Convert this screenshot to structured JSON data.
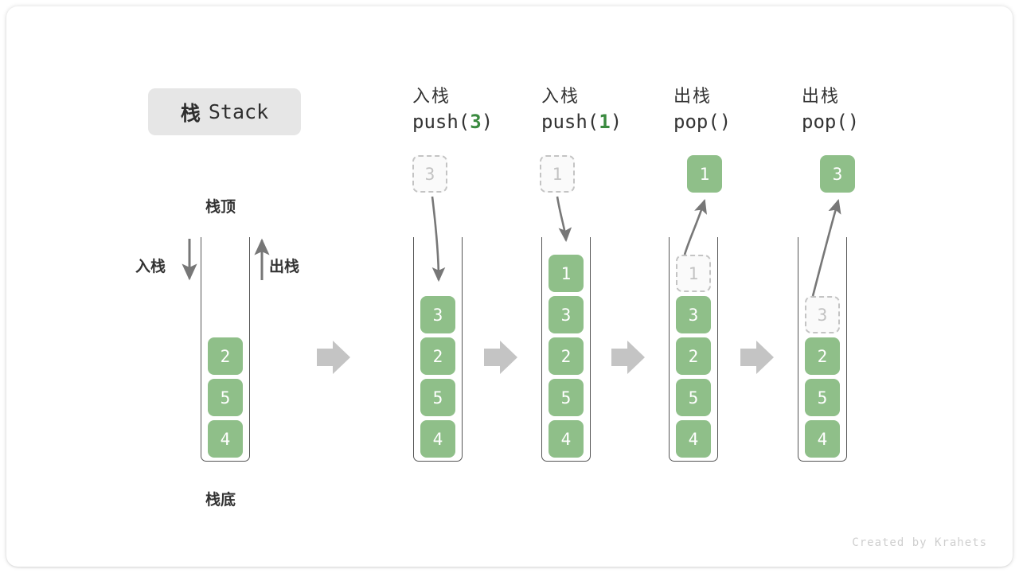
{
  "title": {
    "cn": "栈",
    "en": "Stack"
  },
  "labels": {
    "top": "栈顶",
    "bottom": "栈底",
    "push": "入栈",
    "pop": "出栈"
  },
  "colors": {
    "element_fill": "#8fbf89",
    "element_text": "#ffffff",
    "ghost_border": "#c4c4c4",
    "ghost_text": "#c2c2c2",
    "arrow": "#777777",
    "sep_arrow": "#c4c4c4",
    "badge_bg": "#e6e6e6",
    "arg_highlight": "#3a8a3f"
  },
  "initial_stack": {
    "name": "initial",
    "cells": [
      "2",
      "5",
      "4"
    ]
  },
  "steps": [
    {
      "id": "push-3",
      "op_cn": "入栈",
      "op_code_prefix": "push(",
      "op_code_arg": "3",
      "op_code_suffix": ")",
      "floating": {
        "value": "3",
        "style": "ghost"
      },
      "floating_position": "above",
      "arrow_direction": "down",
      "cells": [
        {
          "value": "3",
          "style": "solid"
        },
        {
          "value": "2",
          "style": "solid"
        },
        {
          "value": "5",
          "style": "solid"
        },
        {
          "value": "4",
          "style": "solid"
        }
      ]
    },
    {
      "id": "push-1",
      "op_cn": "入栈",
      "op_code_prefix": "push(",
      "op_code_arg": "1",
      "op_code_suffix": ")",
      "floating": {
        "value": "1",
        "style": "ghost"
      },
      "floating_position": "above",
      "arrow_direction": "down",
      "cells": [
        {
          "value": "1",
          "style": "solid"
        },
        {
          "value": "3",
          "style": "solid"
        },
        {
          "value": "2",
          "style": "solid"
        },
        {
          "value": "5",
          "style": "solid"
        },
        {
          "value": "4",
          "style": "solid"
        }
      ]
    },
    {
      "id": "pop-1",
      "op_cn": "出栈",
      "op_code_prefix": "pop(",
      "op_code_arg": "",
      "op_code_suffix": ")",
      "floating": {
        "value": "1",
        "style": "solid"
      },
      "floating_position": "above",
      "arrow_direction": "up",
      "cells": [
        {
          "value": "1",
          "style": "ghost"
        },
        {
          "value": "3",
          "style": "solid"
        },
        {
          "value": "2",
          "style": "solid"
        },
        {
          "value": "5",
          "style": "solid"
        },
        {
          "value": "4",
          "style": "solid"
        }
      ]
    },
    {
      "id": "pop-2",
      "op_cn": "出栈",
      "op_code_prefix": "pop(",
      "op_code_arg": "",
      "op_code_suffix": ")",
      "floating": {
        "value": "3",
        "style": "solid"
      },
      "floating_position": "above",
      "arrow_direction": "up",
      "cells": [
        {
          "value": "3",
          "style": "ghost"
        },
        {
          "value": "2",
          "style": "solid"
        },
        {
          "value": "5",
          "style": "solid"
        },
        {
          "value": "4",
          "style": "solid"
        }
      ]
    }
  ],
  "watermark": "Created by Krahets"
}
